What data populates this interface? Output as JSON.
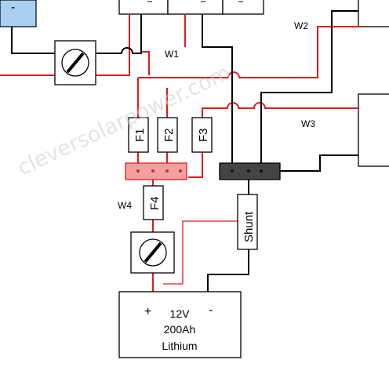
{
  "watermark": "cleversolarpower.com",
  "top_left_box": {
    "label": "-",
    "fill": "#a9cff1"
  },
  "fuses": [
    {
      "id": "f1",
      "label": "F1"
    },
    {
      "id": "f2",
      "label": "F2"
    },
    {
      "id": "f3",
      "label": "F3"
    },
    {
      "id": "f4",
      "label": "F4"
    }
  ],
  "shunt": {
    "label": "Shunt"
  },
  "wires": {
    "w1": "W1",
    "w2": "W2",
    "w3": "W3",
    "w4": "W4"
  },
  "battery": {
    "plus": "+",
    "minus": "-",
    "voltage": "12V",
    "capacity": "200Ah",
    "chemistry": "Lithium"
  },
  "colors": {
    "positive_wire": "#e01b1b",
    "negative_wire": "#000000",
    "positive_busbar": "#f4a0a0",
    "negative_busbar": "#444444"
  }
}
